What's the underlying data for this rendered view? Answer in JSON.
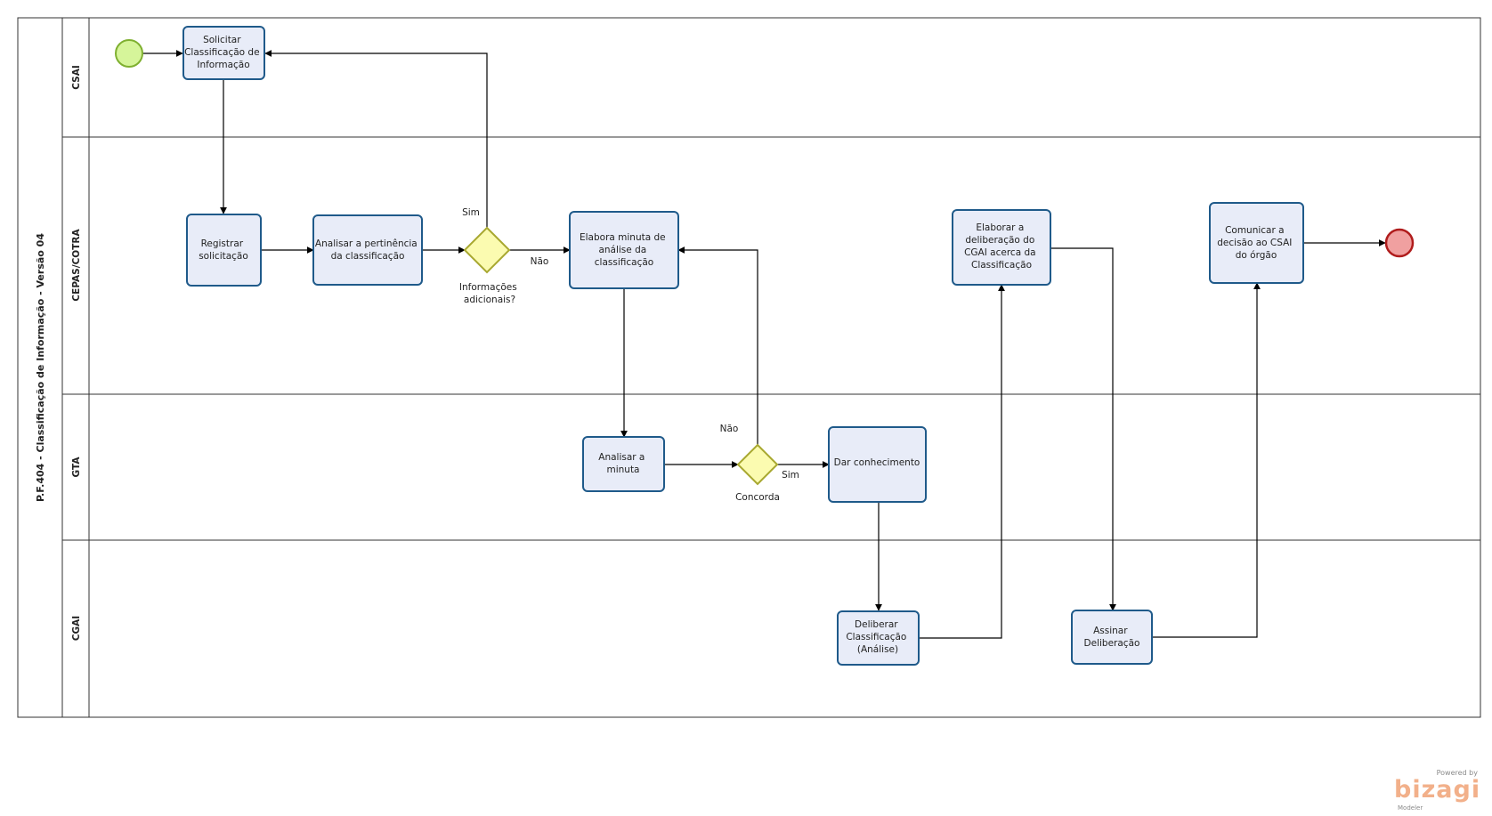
{
  "pool": {
    "title": "P.F.404 - Classificação de Informação - Versão 04"
  },
  "lanes": [
    "CSAI",
    "CEPAS/COTRA",
    "GTA",
    "CGAI"
  ],
  "tasks": {
    "solicitar": [
      "Solicitar",
      "Classificação de",
      "Informação"
    ],
    "registrar": [
      "Registrar",
      "solicitação"
    ],
    "analisar_pertinencia": [
      "Analisar a pertinência",
      "da classificação"
    ],
    "elabora_minuta": [
      "Elabora minuta de",
      "análise da",
      "classificação"
    ],
    "elaborar_deliberacao": [
      "Elaborar a",
      "deliberação do",
      "CGAI acerca da",
      "Classificação"
    ],
    "comunicar": [
      "Comunicar a",
      "decisão ao CSAI",
      "do órgão"
    ],
    "analisar_minuta": [
      "Analisar a",
      "minuta"
    ],
    "dar_conhecimento": [
      "Dar conhecimento"
    ],
    "deliberar": [
      "Deliberar",
      "Classificação",
      "(Análise)"
    ],
    "assinar": [
      "Assinar",
      "Deliberação"
    ]
  },
  "gateways": {
    "informacoes": [
      "Informações",
      "adicionais?"
    ],
    "concorda": [
      "Concorda"
    ]
  },
  "flow_labels": {
    "sim_informacoes": "Sim",
    "nao_informacoes": "Não",
    "nao_concorda": "Não",
    "sim_concorda": "Sim"
  },
  "colors": {
    "task_fill": "#e8ecf8",
    "task_border": "#1f5a8a",
    "start_fill": "#d6f59a",
    "start_border": "#7fb030",
    "end_fill": "#f0a0a0",
    "end_border": "#b01c1c",
    "gateway_fill": "#fbfbb0",
    "gateway_border": "#a8a830"
  },
  "watermark": {
    "powered": "Powered by",
    "brand": "bizagi",
    "product": "Modeler"
  }
}
